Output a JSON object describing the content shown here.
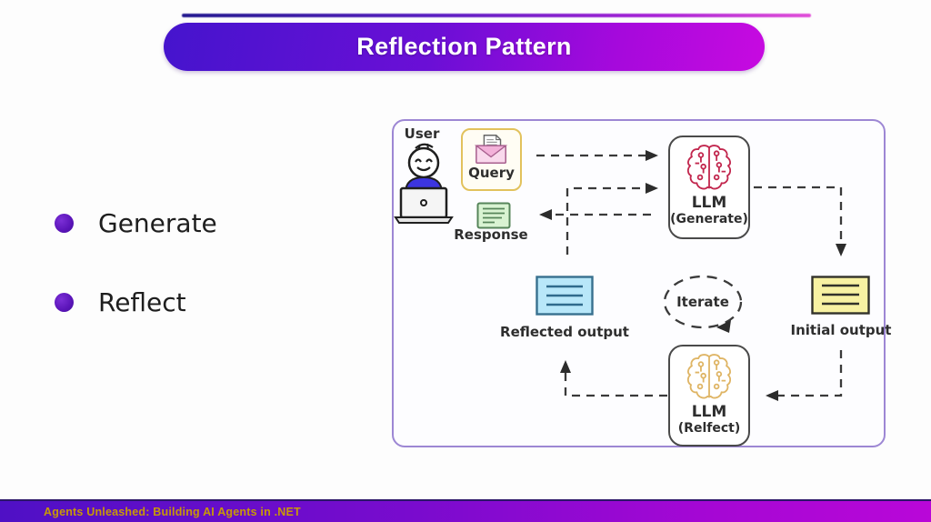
{
  "slide": {
    "title": "Reflection Pattern",
    "bullets": [
      {
        "label": "Generate"
      },
      {
        "label": "Reflect"
      }
    ],
    "footer_text": "Agents Unleashed: Building AI Agents in .NET",
    "colors": {
      "banner_gradient_start": "#4514cd",
      "banner_gradient_end": "#c70ae0",
      "footer_gradient_start": "#4f10c5",
      "footer_gradient_end": "#b907d8",
      "footer_text_color": "#c89a06",
      "bullet_color": "#5a14b8",
      "diagram_border": "#9d87d4",
      "generate_brain_color": "#c2274e",
      "reflect_brain_color": "#dfb565",
      "initial_output_fill": "#f8f2a2",
      "reflected_output_fill": "#b8e7f9",
      "response_fill": "#d9f3d2",
      "query_box_border": "#e2c25c",
      "user_shirt_color": "#3c35e0"
    }
  },
  "diagram": {
    "user_label": "User",
    "query_label": "Query",
    "response_label": "Response",
    "llm_generate_line1": "LLM",
    "llm_generate_line2": "(Generate)",
    "iterate_label": "Iterate",
    "initial_output_label": "Initial output",
    "reflected_output_label": "Reflected output",
    "llm_reflect_line1": "LLM",
    "llm_reflect_line2": "(Relfect)"
  }
}
